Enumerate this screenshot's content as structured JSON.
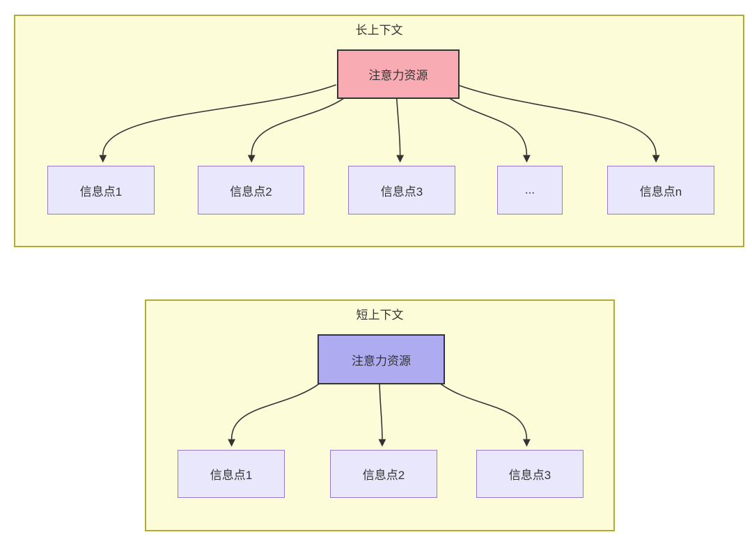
{
  "colors": {
    "panel_bg": "#fdfcd8",
    "panel_border": "#b2ab3a",
    "long_source_fill": "#f9abb3",
    "short_source_fill": "#aeabf0",
    "target_fill": "#e8e7fb",
    "target_border": "#9678d2",
    "arrow": "#333333",
    "text": "#333333"
  },
  "panels": [
    {
      "title": "长上下文",
      "source_label": "注意力资源",
      "targets": [
        {
          "label": "信息点1"
        },
        {
          "label": "信息点2"
        },
        {
          "label": "信息点3"
        },
        {
          "label": "..."
        },
        {
          "label": "信息点n"
        }
      ]
    },
    {
      "title": "短上下文",
      "source_label": "注意力资源",
      "targets": [
        {
          "label": "信息点1"
        },
        {
          "label": "信息点2"
        },
        {
          "label": "信息点3"
        }
      ]
    }
  ]
}
